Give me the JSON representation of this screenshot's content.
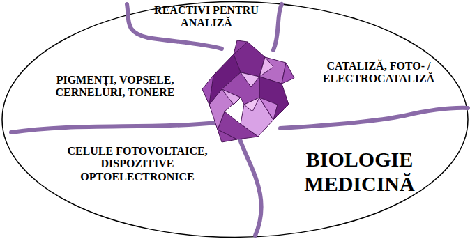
{
  "diagram": {
    "labels": [
      "REACTIVI PENTRU ANALIZĂ",
      "PIGMENȚI, VOPSELE, CERNELURI, TONERE",
      "CATALIZĂ, FOTO- / ELECTROCATALIZĂ",
      "CELULE FOTOVOLTAICE, DISPOZITIVE OPTOELECTRONICE",
      "BIOLOGIE MEDICINĂ"
    ]
  }
}
